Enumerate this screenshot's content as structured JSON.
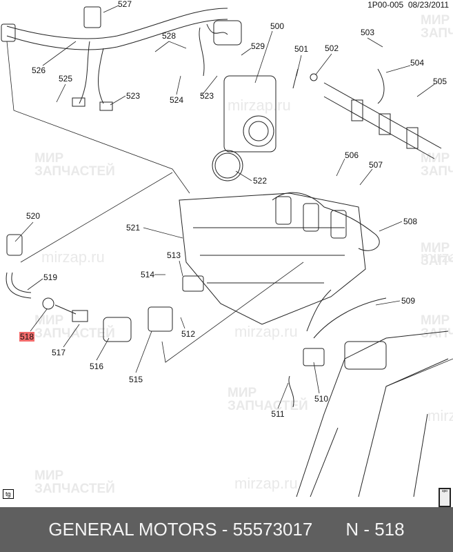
{
  "header": {
    "code": "1P00-005",
    "date": "08/23/2011"
  },
  "watermark": {
    "line1": "МИР",
    "line2": "ЗАПЧАСТЕЙ",
    "site": "mirzap.ru"
  },
  "labels": [
    "527",
    "500",
    "528",
    "529",
    "501",
    "502",
    "503",
    "504",
    "505",
    "526",
    "525",
    "523",
    "523",
    "524",
    "506",
    "507",
    "522",
    "520",
    "521",
    "508",
    "513",
    "514",
    "519",
    "509",
    "512",
    "518",
    "517",
    "516",
    "515",
    "510",
    "511"
  ],
  "highlighted_label": "518",
  "badges": {
    "tg": "tg",
    "spo": "spo"
  },
  "footer": {
    "part": "GENERAL MOTORS - 55573017",
    "ref": "N - 518"
  }
}
